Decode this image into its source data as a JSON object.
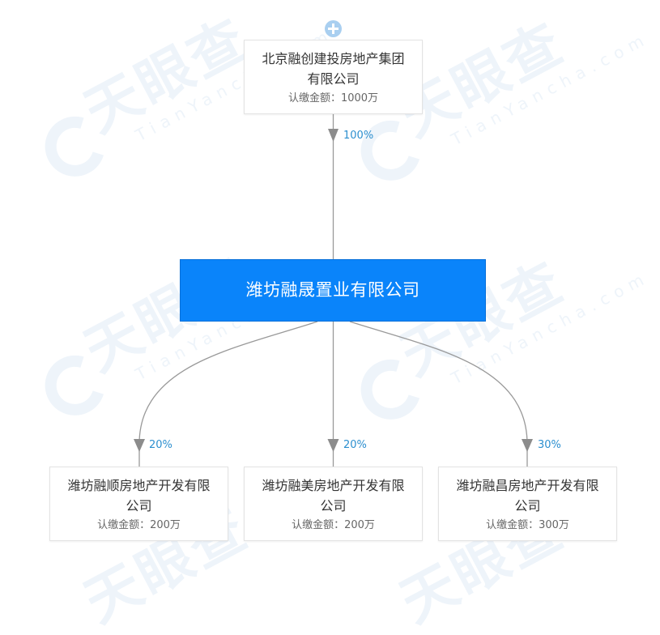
{
  "watermark": {
    "text_cn": "天眼查",
    "text_en": "TianYancha.com"
  },
  "colors": {
    "focus_node_bg": "#0a84fa",
    "percent_text": "#2c8fcf",
    "link_line": "#999999",
    "expand_button": "#a9cff0"
  },
  "shareholder": {
    "name_line1": "北京融创建投房地产集团",
    "name_line2": "有限公司",
    "amount": "认缴金额：1000万",
    "percent": "100%",
    "expand_icon": "plus-circle-icon"
  },
  "focus_company": {
    "name": "潍坊融晟置业有限公司"
  },
  "investments": [
    {
      "name_line1": "潍坊融顺房地产开发有限",
      "name_line2": "公司",
      "amount": "认缴金额：200万",
      "percent": "20%"
    },
    {
      "name_line1": "潍坊融美房地产开发有限",
      "name_line2": "公司",
      "amount": "认缴金额：200万",
      "percent": "20%"
    },
    {
      "name_line1": "潍坊融昌房地产开发有限",
      "name_line2": "公司",
      "amount": "认缴金额：300万",
      "percent": "30%"
    }
  ]
}
